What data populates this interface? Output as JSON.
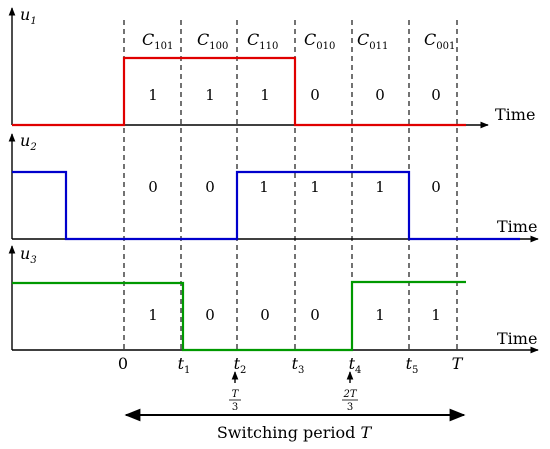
{
  "signals": [
    {
      "name": "u",
      "index": "1",
      "color": "#e00000",
      "levels": [
        0,
        1,
        1,
        1,
        0,
        0,
        0,
        0
      ]
    },
    {
      "name": "u",
      "index": "2",
      "color": "#0000cc",
      "levels": [
        1,
        0,
        0,
        0,
        1,
        1,
        1,
        0,
        0
      ]
    },
    {
      "name": "u",
      "index": "3",
      "color": "#009900",
      "levels": [
        1,
        1,
        0,
        0,
        0,
        1,
        1
      ]
    }
  ],
  "axis_label": "Time",
  "configurations": [
    {
      "symbol": "C",
      "sub": "101"
    },
    {
      "symbol": "C",
      "sub": "100"
    },
    {
      "symbol": "C",
      "sub": "110"
    },
    {
      "symbol": "C",
      "sub": "010"
    },
    {
      "symbol": "C",
      "sub": "011"
    },
    {
      "symbol": "C",
      "sub": "001"
    }
  ],
  "state_values": {
    "u1": [
      "1",
      "1",
      "1",
      "0",
      "0",
      "0"
    ],
    "u2": [
      "0",
      "0",
      "1",
      "1",
      "1",
      "0"
    ],
    "u3": [
      "1",
      "0",
      "0",
      "0",
      "1",
      "1"
    ]
  },
  "time_marks": [
    {
      "main": "0",
      "sub": ""
    },
    {
      "main": "t",
      "sub": "1"
    },
    {
      "main": "t",
      "sub": "2"
    },
    {
      "main": "t",
      "sub": "3"
    },
    {
      "main": "t",
      "sub": "4"
    },
    {
      "main": "t",
      "sub": "5"
    },
    {
      "main": "T",
      "sub": ""
    }
  ],
  "markers": [
    {
      "num": "T",
      "den": "3"
    },
    {
      "num": "2T",
      "den": "3"
    }
  ],
  "period_label": {
    "text": "Switching period ",
    "symbol": "T"
  }
}
